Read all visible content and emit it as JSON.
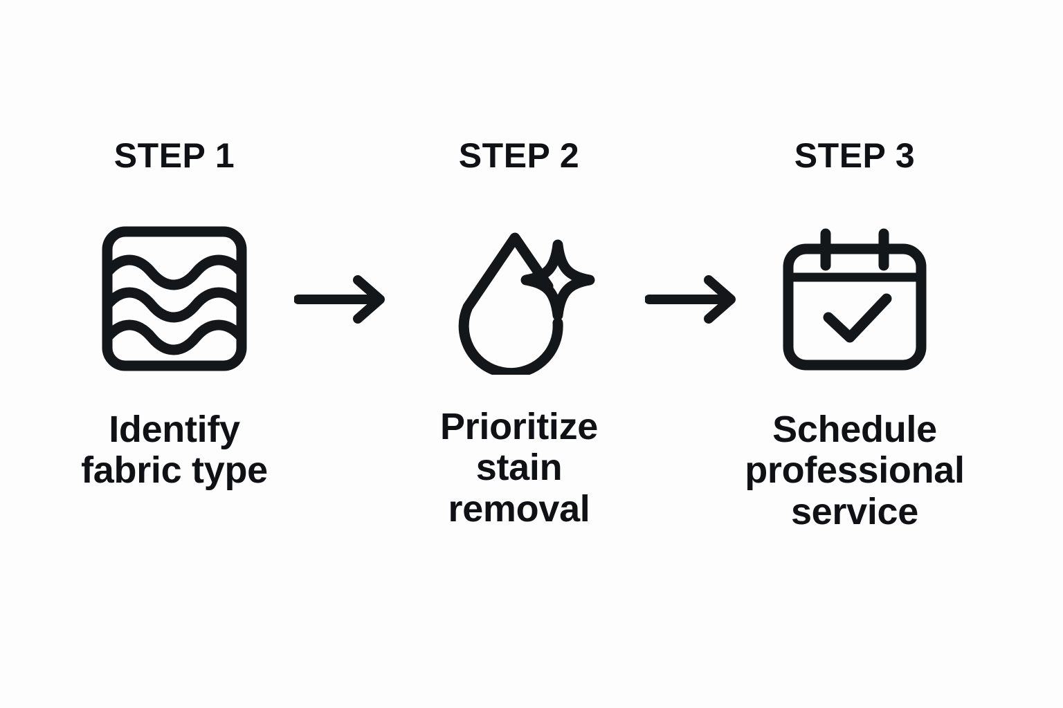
{
  "page": {
    "background_color": "#fdfdfd",
    "ink_color": "#14171a",
    "text_color": "#0f1114",
    "type": "three-step-process-infographic"
  },
  "steps": [
    {
      "heading": "STEP 1",
      "icon": "fabric-waves-icon",
      "caption": "Identify\nfabric type"
    },
    {
      "heading": "STEP 2",
      "icon": "droplet-sparkle-icon",
      "caption": "Prioritize\nstain removal"
    },
    {
      "heading": "STEP 3",
      "icon": "calendar-check-icon",
      "caption": "Schedule\nprofessional\nservice"
    }
  ],
  "connectors": [
    {
      "name": "arrow-right-icon",
      "from": "STEP 1",
      "to": "STEP 2"
    },
    {
      "name": "arrow-right-icon",
      "from": "STEP 2",
      "to": "STEP 3"
    }
  ]
}
